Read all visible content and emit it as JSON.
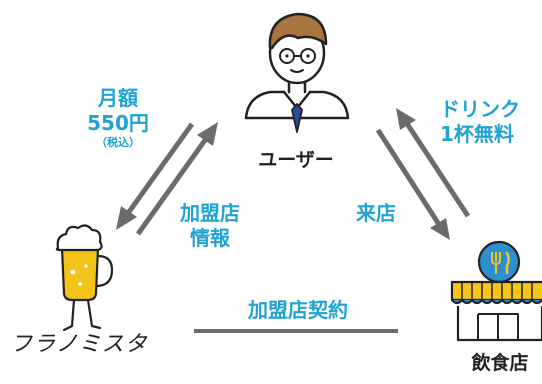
{
  "labels": {
    "monthly_fee_title": "月額",
    "monthly_fee_amount": "550円",
    "monthly_fee_note": "（税込）",
    "user": "ユーザー",
    "free_drink_line1": "ドリンク",
    "free_drink_line2": "1杯無料",
    "member_store_info_line1": "加盟店",
    "member_store_info_line2": "情報",
    "visit": "来店",
    "member_store_contract": "加盟店契約",
    "brand_name": "フラノミスタ",
    "restaurant": "飲食店"
  },
  "colors": {
    "accent_blue": "#1fa3d3",
    "arrow_gray": "#6b6b6b",
    "text_dark": "#222222",
    "hair": "#a8743f",
    "beer": "#f2c418",
    "awning_yellow": "#f5c51a",
    "awning_blue": "#2c8fd0",
    "tie": "#2a4aa0"
  },
  "icons": {
    "user": "person-with-glasses-icon",
    "brand": "beer-mug-character-icon",
    "restaurant": "storefront-icon"
  }
}
